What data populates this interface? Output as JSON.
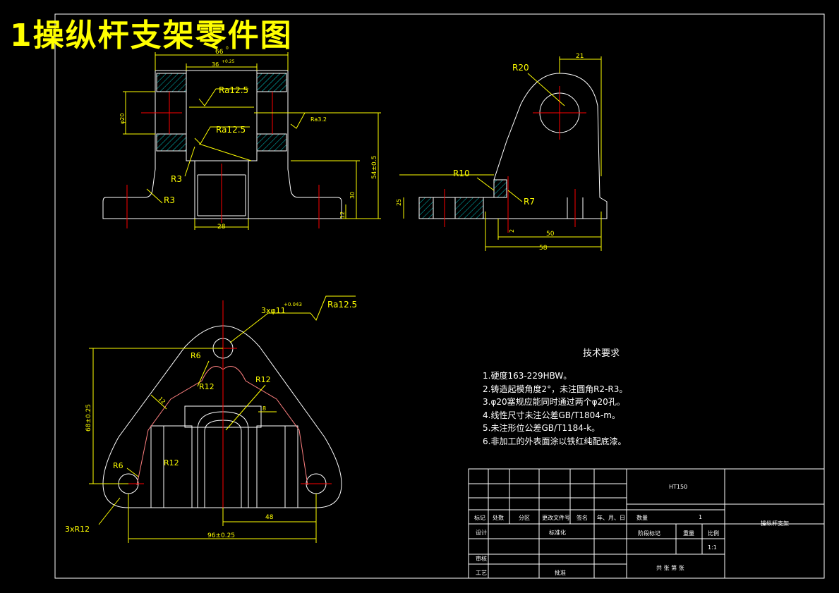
{
  "title": "1操纵杆支架零件图",
  "colors": {
    "background": "#000000",
    "outline": "#ffffff",
    "dimension": "#ffff00",
    "centerline": "#ff0000",
    "hatch": "#00cccc",
    "sketch": "#ff8080"
  },
  "front_view": {
    "dim_66": "66",
    "dim_66_tol": "0",
    "dim_36": "36",
    "dim_36_tol": "+0.25",
    "dim_phi20": "φ20",
    "dim_54": "54±0.5",
    "dim_30": "30",
    "dim_12": "12",
    "dim_28": "28",
    "ra_top": "Ra12.5",
    "ra_mid": "Ra12.5",
    "ra_side": "Ra3.2",
    "r3_upper": "R3",
    "r3_lower": "R3"
  },
  "side_view": {
    "dim_21": "21",
    "r20": "R20",
    "r10": "R10",
    "r7": "R7",
    "dim_25": "25",
    "dim_2": "2",
    "dim_50": "50",
    "dim_58": "58"
  },
  "top_view": {
    "hole_spec": "3xφ11",
    "hole_tol": "+0.043",
    "ra": "Ra12.5",
    "r6_top": "R6",
    "r12_top": "R12",
    "r12_right": "R12",
    "r6_left": "R6",
    "r12_left": "R12",
    "r12_3x": "3xR12",
    "dim_12": "12",
    "dim_8": "8",
    "dim_68": "68±0.25",
    "dim_48": "48",
    "dim_96": "96±0.25"
  },
  "tech_requirements": {
    "title": "技术要求",
    "items": [
      "1.硬度163-229HBW。",
      "2.铸造起模角度2°，未注圆角R2-R3。",
      "3.φ20塞规应能同时通过两个φ20孔。",
      "4.线性尺寸未注公差GB/T1804-m。",
      "5.未注形位公差GB/T1184-k。",
      "6.非加工的外表面涂以铁红纯配底漆。"
    ]
  },
  "title_block": {
    "material": "HT150",
    "mark": "标记",
    "count": "处数",
    "zone": "分区",
    "doc": "更改文件号",
    "sign": "签名",
    "date": "年、月、日",
    "design": "设计",
    "standard": "标准化",
    "review": "审核",
    "process": "工艺",
    "approve": "批准",
    "qty_label": "数量",
    "qty": "1",
    "stage": "阶段标记",
    "weight": "重量",
    "scale_label": "比例",
    "scale": "1:1",
    "sheets": "共 张 第 张",
    "part_name": "操纵杆支架"
  }
}
